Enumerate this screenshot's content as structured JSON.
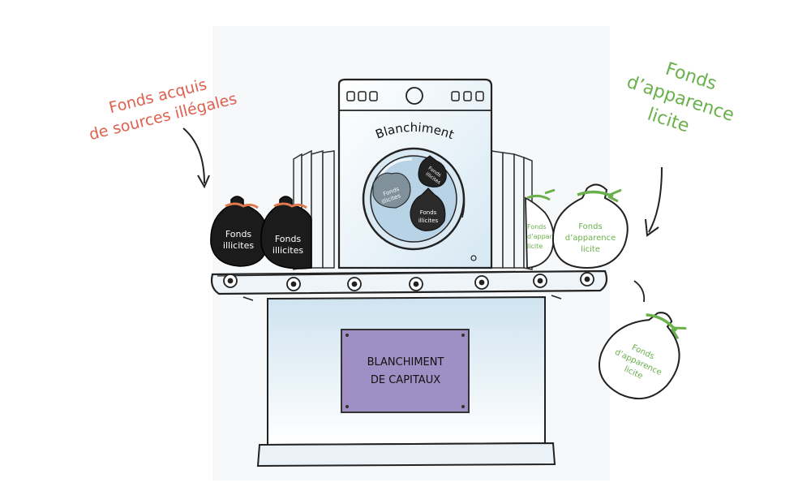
{
  "left_caption": {
    "line1": "Fonds acquis",
    "line2": "de sources illégales"
  },
  "right_caption": {
    "line1": "Fonds",
    "line2": "d’apparence",
    "line3": "licite"
  },
  "machine_label": "Blanchiment",
  "drum_bags": [
    {
      "line1": "Fonds",
      "line2": "illicites"
    },
    {
      "line1": "Fonds",
      "line2": "illicites"
    },
    {
      "line1": "Fonds",
      "line2": "illicites"
    }
  ],
  "black_bags": [
    {
      "line1": "Fonds",
      "line2": "illicites"
    },
    {
      "line1": "Fonds",
      "line2": "illicites"
    }
  ],
  "white_bag_partial": {
    "line1": "Fonds",
    "line2": "d’apparence",
    "line3": "licite"
  },
  "white_bag": {
    "line1": "Fonds",
    "line2": "d’apparence",
    "line3": "licite"
  },
  "falling_bag": {
    "line1": "Fonds",
    "line2": "d’apparence",
    "line3": "licite"
  },
  "plaque": {
    "line1": "BLANCHIMENT",
    "line2": "DE CAPITAUX"
  },
  "colors": {
    "red_caption": "#e0604e",
    "green_caption": "#6ab04c",
    "plaque_fill": "#a08fc4",
    "machine_fill": "#e6f1f8",
    "bag_black": "#1b1b1b",
    "tie_orange": "#e07a4e",
    "tie_green": "#6ab04c"
  }
}
